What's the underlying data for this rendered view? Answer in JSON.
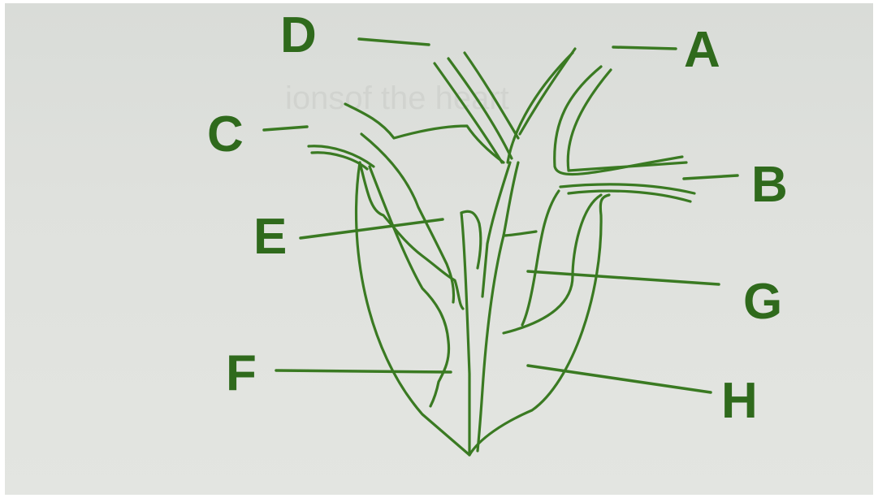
{
  "diagram": {
    "labels": [
      "A",
      "B",
      "C",
      "D",
      "E",
      "F",
      "G",
      "H"
    ],
    "stroke_color": "#3a7a22",
    "label_color": "#2f6a1c"
  }
}
